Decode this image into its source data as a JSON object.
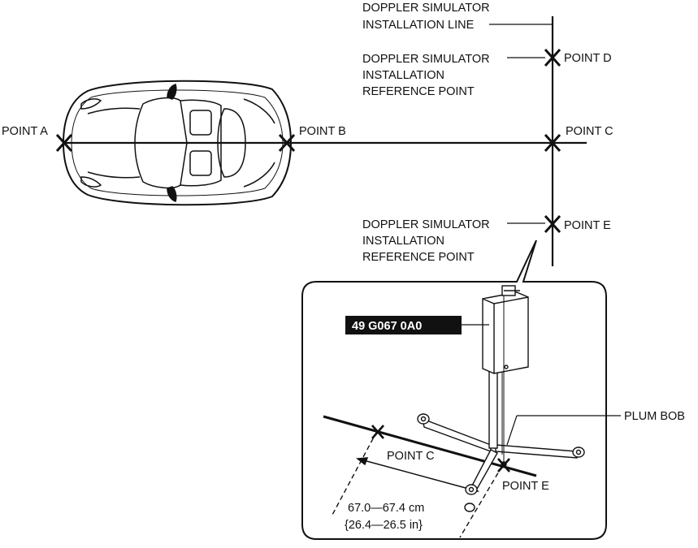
{
  "diagram": {
    "labels": {
      "installation_line": [
        "DOPPLER SIMULATOR",
        "INSTALLATION LINE"
      ],
      "reference_point_d": [
        "DOPPLER SIMULATOR",
        "INSTALLATION",
        "REFERENCE POINT"
      ],
      "reference_point_e": [
        "DOPPLER SIMULATOR",
        "INSTALLATION",
        "REFERENCE POINT"
      ]
    },
    "points": {
      "a": "POINT A",
      "b": "POINT B",
      "c": "POINT C",
      "d": "POINT D",
      "e": "POINT E"
    },
    "inset": {
      "part_number": "49 G067 0A0",
      "plum_bob": "PLUM BOB",
      "point_c": "POINT C",
      "point_e": "POINT E",
      "dimension_metric": "67.0—67.4 cm",
      "dimension_imperial": "{26.4—26.5 in}"
    }
  }
}
